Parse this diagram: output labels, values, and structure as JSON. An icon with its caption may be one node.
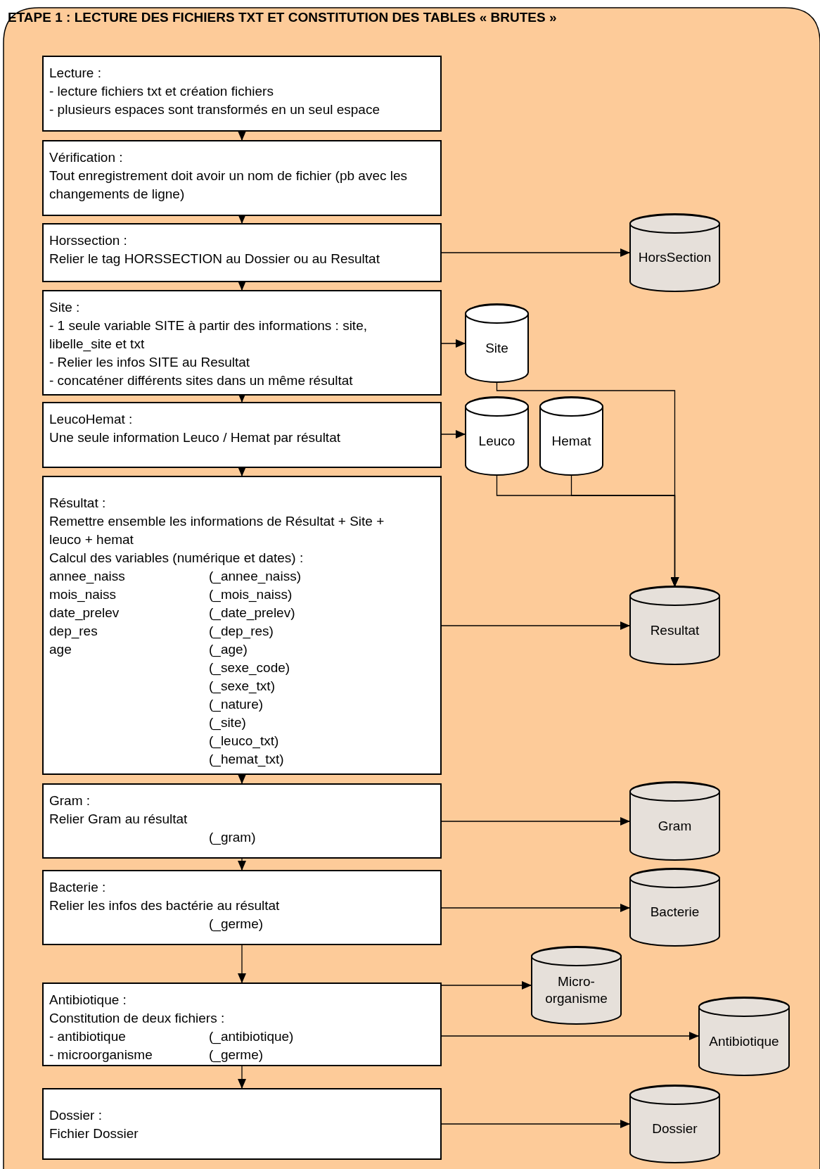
{
  "diagram": {
    "title": "ETAPE 1 : LECTURE DES FICHIERS TXT ET CONSTITUTION DES TABLES « BRUTES »",
    "nodes": [
      {
        "text": [
          "Lecture :",
          "- lecture fichiers txt et création fichiers",
          "- plusieurs espaces sont transformés en un seul espace"
        ]
      },
      {
        "text": [
          "Vérification :",
          "Tout enregistrement doit avoir un nom de fichier (pb avec les changements de ligne)"
        ]
      },
      {
        "text": [
          "Horssection :",
          "Relier le tag HORSSECTION au Dossier ou au Resultat"
        ]
      },
      {
        "text": [
          "Site :",
          "- 1 seule variable SITE à partir des informations : site, libelle_site et txt",
          "- Relier les infos SITE au Resultat",
          "- concaténer différents sites dans un même résultat"
        ]
      },
      {
        "text": [
          "LeucoHemat :",
          "Une seule information Leuco / Hemat par résultat"
        ]
      },
      {
        "text": [
          "Résultat :",
          "Remettre ensemble les informations de Résultat + Site + leuco + hemat",
          "Calcul des variables (numérique et dates) :",
          "annee_naiss",
          "(_annee_naiss)",
          "mois_naiss",
          "(_mois_naiss)",
          "date_prelev",
          "(_date_prelev)",
          "dep_res",
          "(_dep_res)",
          "age",
          "(_age)",
          "(_sexe_code)",
          "(_sexe_txt)",
          "(_nature)",
          "(_site)",
          "(_leuco_txt)",
          "(_hemat_txt)"
        ]
      },
      {
        "text": [
          "Gram :",
          "Relier Gram au résultat",
          "(_gram)"
        ]
      },
      {
        "text": [
          "Bacterie :",
          "Relier les infos des bactérie au résultat",
          "(_germe)"
        ]
      },
      {
        "text": [
          "Antibiotique :",
          "Constitution de deux fichiers :",
          "- antibiotique",
          "(_antibiotique)",
          "- microorganisme",
          "(_germe)"
        ]
      },
      {
        "text": [
          "Dossier :",
          "Fichier Dossier"
        ]
      },
      {
        "text": [
          "HorsSection"
        ]
      },
      {
        "text": [
          "Site"
        ]
      },
      {
        "text": [
          "Leuco"
        ]
      },
      {
        "text": [
          "Hemat"
        ]
      },
      {
        "text": [
          "Resultat"
        ]
      },
      {
        "text": [
          "Gram"
        ]
      },
      {
        "text": [
          "Bacterie"
        ]
      },
      {
        "text": [
          "Micro-organisme"
        ]
      },
      {
        "text": [
          "Antibiotique"
        ]
      },
      {
        "text": [
          "Dossier"
        ]
      }
    ],
    "edges": [
      {
        "from": 0,
        "to": 1,
        "arrow": "to"
      },
      {
        "from": 1,
        "to": 2,
        "arrow": "to"
      },
      {
        "from": 2,
        "to": 3,
        "arrow": "to"
      },
      {
        "from": 3,
        "to": 4,
        "arrow": "to"
      },
      {
        "from": 4,
        "to": 5,
        "arrow": "to"
      },
      {
        "from": 5,
        "to": 6,
        "arrow": "to"
      },
      {
        "from": 6,
        "to": 7,
        "arrow": "to"
      },
      {
        "from": 7,
        "to": 8,
        "arrow": "to"
      },
      {
        "from": 8,
        "to": 9,
        "arrow": "to"
      },
      {
        "from": 2,
        "to": 10,
        "arrow": "to"
      },
      {
        "from": 3,
        "to": 11,
        "arrow": "to"
      },
      {
        "from": 4,
        "to": 12,
        "arrow": "to"
      },
      {
        "from": 11,
        "to": 14,
        "arrow": "to"
      },
      {
        "from": 12,
        "to": 14,
        "arrow": "to"
      },
      {
        "from": 13,
        "to": 14,
        "arrow": "to"
      },
      {
        "from": 5,
        "to": 14,
        "arrow": "to"
      },
      {
        "from": 6,
        "to": 15,
        "arrow": "to"
      },
      {
        "from": 7,
        "to": 16,
        "arrow": "to"
      },
      {
        "from": 8,
        "to": 17,
        "arrow": "to"
      },
      {
        "from": 8,
        "to": 18,
        "arrow": "to"
      },
      {
        "from": 9,
        "to": 19,
        "arrow": "to"
      }
    ]
  }
}
